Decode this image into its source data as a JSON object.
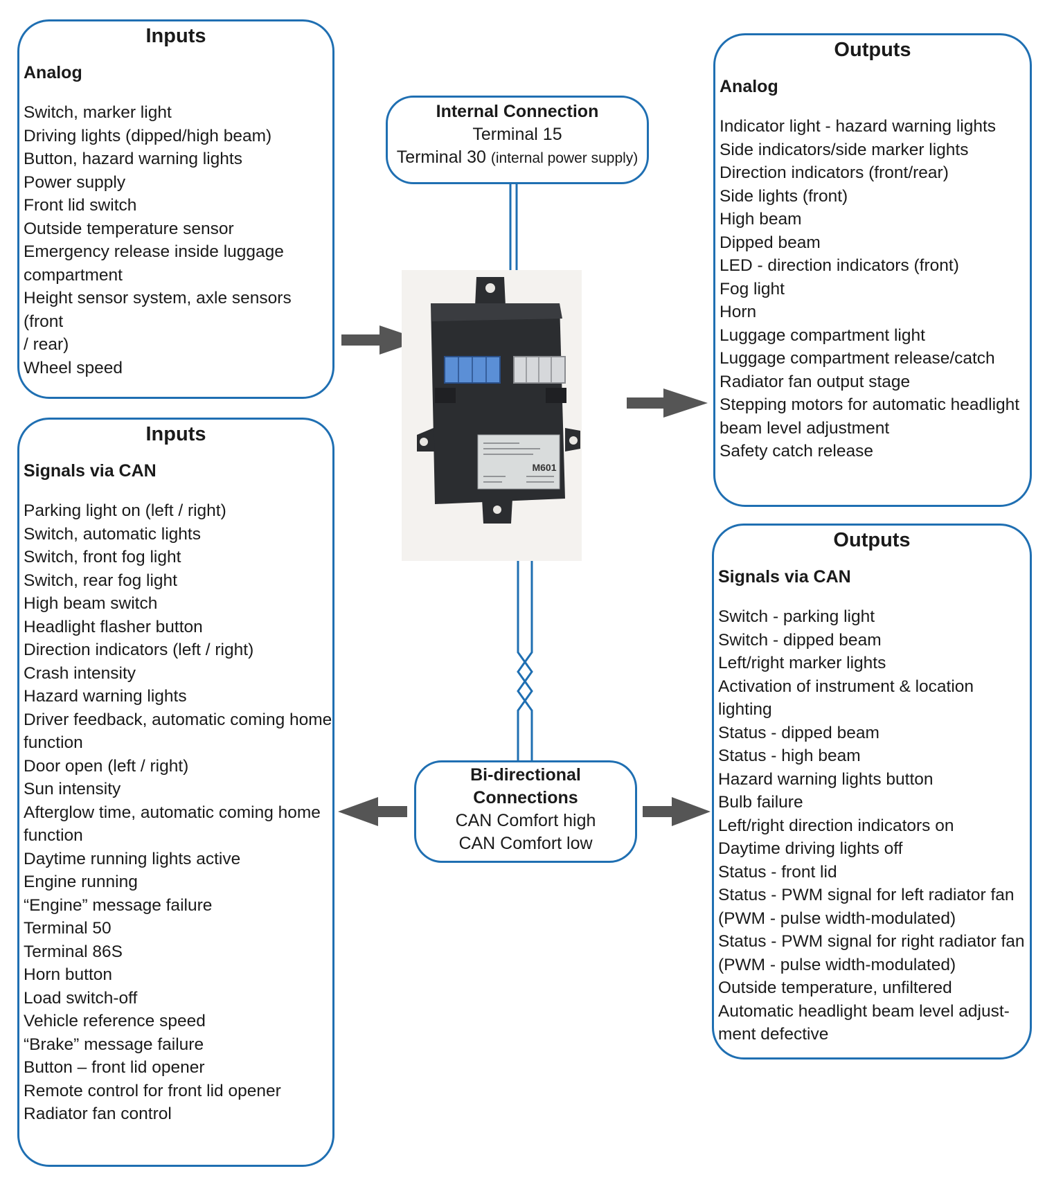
{
  "inputs_analog": {
    "title": "Inputs",
    "subtitle": "Analog",
    "items": [
      "Switch, marker light",
      "Driving lights (dipped/high beam)",
      "Button, hazard warning lights",
      "Power supply",
      "Front lid switch",
      "Outside temperature sensor",
      "Emergency release inside luggage",
      "compartment",
      "Height sensor system, axle sensors (front",
      "/ rear)",
      "Wheel speed"
    ]
  },
  "inputs_can": {
    "title": "Inputs",
    "subtitle": "Signals via CAN",
    "items": [
      "Parking light on (left / right)",
      "Switch, automatic lights",
      "Switch, front fog light",
      "Switch, rear fog light",
      "High beam switch",
      "Headlight flasher button",
      "Direction indicators (left / right)",
      "Crash intensity",
      "Hazard warning lights",
      "Driver feedback, automatic coming home",
      "function",
      "Door open (left / right)",
      "Sun intensity",
      "Afterglow time, automatic coming home",
      "function",
      "Daytime running lights active",
      "Engine running",
      "“Engine” message failure",
      "Terminal 50",
      "Terminal 86S",
      "Horn button",
      "Load switch-off",
      "Vehicle reference speed",
      "“Brake” message failure",
      "Button – front lid opener",
      "Remote control for front lid opener",
      "Radiator fan control"
    ]
  },
  "outputs_analog": {
    "title": "Outputs",
    "subtitle": "Analog",
    "items": [
      "Indicator light - hazard warning lights",
      "Side indicators/side marker lights",
      "Direction indicators (front/rear)",
      "Side lights (front)",
      "High beam",
      "Dipped beam",
      "LED - direction indicators (front)",
      "Fog light",
      "Horn",
      "Luggage compartment light",
      "Luggage compartment release/catch",
      "Radiator fan output stage",
      "Stepping motors for automatic headlight",
      "beam level adjustment",
      "Safety catch release"
    ]
  },
  "outputs_can": {
    "title": "Outputs",
    "subtitle": "Signals via CAN",
    "items": [
      "Switch - parking light",
      "Switch - dipped beam",
      "Left/right marker lights",
      "Activation of instrument & location lighting",
      "Status - dipped beam",
      "Status - high beam",
      "Hazard warning lights button",
      "Bulb failure",
      "Left/right direction indicators on",
      "Daytime driving lights off",
      "Status - front lid",
      "Status - PWM signal for left radiator fan",
      "(PWM - pulse width-modulated)",
      "Status - PWM signal for right radiator fan",
      "(PWM - pulse width-modulated)",
      "Outside temperature, unfiltered",
      "Automatic headlight beam level adjust-",
      "ment defective"
    ]
  },
  "internal_connection": {
    "title": "Internal Connection",
    "line1": "Terminal 15",
    "line2": "Terminal 30",
    "line2_note": "(internal power supply)"
  },
  "bidirectional": {
    "title_line1": "Bi-directional",
    "title_line2": "Connections",
    "line1": "CAN Comfort high",
    "line2": "CAN Comfort low"
  },
  "module_label": "M601",
  "colors": {
    "border": "#1f6fb2",
    "arrow": "#555555",
    "module": "#2b2d30"
  }
}
